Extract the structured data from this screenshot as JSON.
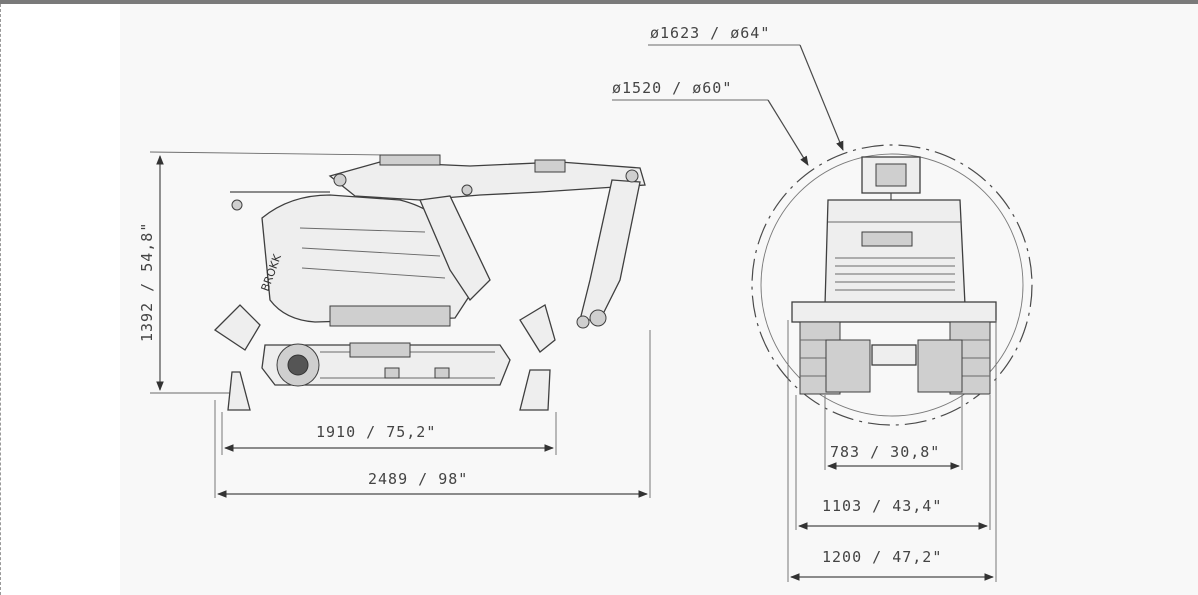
{
  "dimensions": {
    "height": "1392 / 54,8\"",
    "track_length": "1910 / 75,2\"",
    "overall_length": "2489 / 98\"",
    "swing_diameter_outer": "ø1623 / ø64\"",
    "swing_diameter_inner": "ø1520 / ø60\"",
    "track_width_inner": "783 / 30,8\"",
    "track_width": "1103 / 43,4\"",
    "outrigger_width": "1200 / 47,2\""
  },
  "machine": {
    "brand_mark": "BROKK"
  }
}
